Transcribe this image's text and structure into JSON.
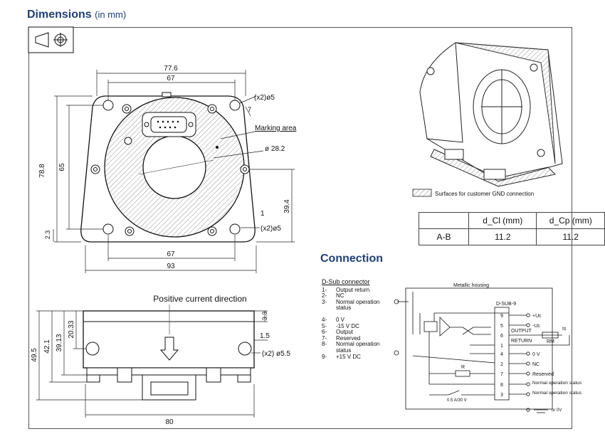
{
  "dimensions": {
    "title": "Dimensions",
    "subtitle": "(in mm)"
  },
  "connection": {
    "title": "Connection"
  },
  "front_view": {
    "labels": {
      "w_total_top": "77.6",
      "w_holes_top": "67",
      "hole_spec_top": "(x2)ø5",
      "marking_area": "Marking area",
      "aperture": "ø 28.2",
      "h_total": "78.8",
      "h_holes": "65",
      "h_center": "39.4",
      "one": "1",
      "hole_spec_bottom": "(x2)ø5",
      "h_bottom": "2.3",
      "w_holes_bottom": "67",
      "w_total_bottom": "93"
    }
  },
  "side_view": {
    "caption": "Positive current direction",
    "labels": {
      "h1": "49.5",
      "h2": "42.1",
      "h3": "39.13",
      "h4": "20.33",
      "t1": "3.3",
      "t2": "1.5",
      "hole_spec": "(x2) ø5.5",
      "w": "80"
    }
  },
  "iso_view": {
    "legend": "Surfaces for customer GND connection"
  },
  "dim_table": {
    "headers": [
      "",
      "d_Cl (mm)",
      "d_Cp (mm)"
    ],
    "row": [
      "A-B",
      "11.2",
      "11.2"
    ]
  },
  "dsub": {
    "header": "D-Sub connector",
    "pins": [
      {
        "n": "1-",
        "t": "Output return"
      },
      {
        "n": "2-",
        "t": "NC"
      },
      {
        "n": "3-",
        "t": "Normal operation"
      },
      {
        "n": "",
        "t": "status"
      },
      {
        "n": "4-",
        "t": "0 V"
      },
      {
        "n": "5-",
        "t": "-15 V DC"
      },
      {
        "n": "6-",
        "t": "Output"
      },
      {
        "n": "7-",
        "t": "Reserved"
      },
      {
        "n": "8-",
        "t": "Normal operation"
      },
      {
        "n": "",
        "t": "status"
      },
      {
        "n": "9-",
        "t": "+15 V DC"
      }
    ]
  },
  "schematic": {
    "housing": "Metallic housing",
    "connector": "D-SUB-9",
    "pins": [
      "9",
      "5",
      "6",
      "1",
      "4",
      "2",
      "7",
      "8",
      "3"
    ],
    "right_labels": [
      "+Uc",
      "-Uc",
      "OUTPUT",
      "RETURN",
      "0 V",
      "NC",
      "Reserved",
      "Normal operation status",
      "Normal operation status"
    ],
    "is": "Is",
    "rm": "RM",
    "r": "R",
    "relay": "0.5 A/30 V",
    "gnd": "or 0V"
  }
}
